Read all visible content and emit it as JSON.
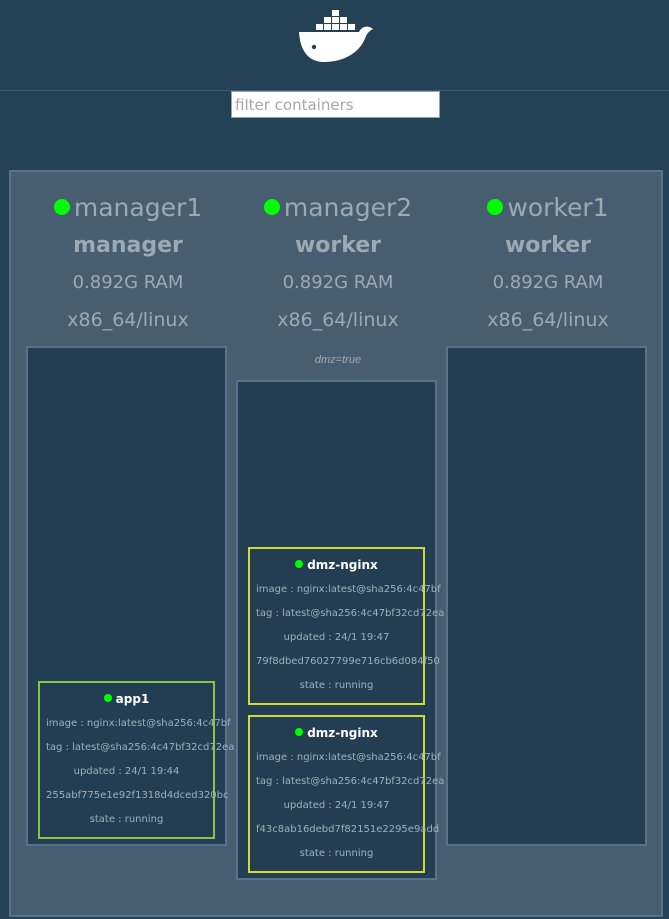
{
  "header": {
    "logo": "docker-whale-logo"
  },
  "filter": {
    "placeholder": "filter containers",
    "value": ""
  },
  "colors": {
    "background": "#244156",
    "panel": "#475e70",
    "status_ok": "#00ff00",
    "task_border": "#8bc34a",
    "dmz_border": "#cddc39"
  },
  "nodes": [
    {
      "name": "manager1",
      "role": "manager",
      "ram": "0.892G RAM",
      "arch": "x86_64/linux",
      "label": "",
      "tasks": [
        {
          "name": "app1",
          "image": "image : nginx:latest@sha256:4c47bf",
          "tag": "tag : latest@sha256:4c47bf32cd72ea",
          "updated": "updated : 24/1 19:44",
          "id": "255abf775e1e92f1318d4dced320bc",
          "state": "state : running"
        }
      ]
    },
    {
      "name": "manager2",
      "role": "worker",
      "ram": "0.892G RAM",
      "arch": "x86_64/linux",
      "label": "dmz=true",
      "tasks": [
        {
          "name": "dmz-nginx",
          "image": "image : nginx:latest@sha256:4c47bf",
          "tag": "tag : latest@sha256:4c47bf32cd72ea",
          "updated": "updated : 24/1 19:47",
          "id": "79f8dbed76027799e716cb6d084f50",
          "state": "state : running"
        },
        {
          "name": "dmz-nginx",
          "image": "image : nginx:latest@sha256:4c47bf",
          "tag": "tag : latest@sha256:4c47bf32cd72ea",
          "updated": "updated : 24/1 19:47",
          "id": "f43c8ab16debd7f82151e2295e9add",
          "state": "state : running"
        }
      ]
    },
    {
      "name": "worker1",
      "role": "worker",
      "ram": "0.892G RAM",
      "arch": "x86_64/linux",
      "label": "",
      "tasks": []
    }
  ]
}
